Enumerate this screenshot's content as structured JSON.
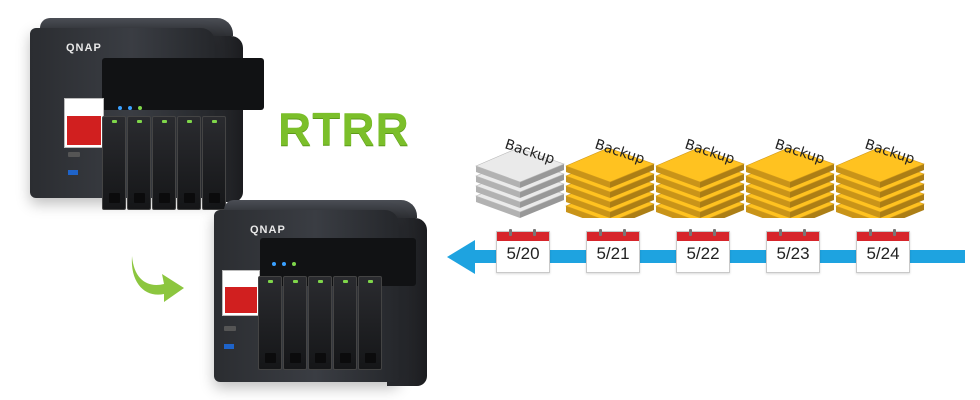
{
  "title": "RTRR",
  "devices": [
    {
      "brand": "QNAP"
    },
    {
      "brand": "QNAP"
    }
  ],
  "backups": [
    {
      "label": "Backup",
      "color": "#d9d9d9",
      "layers": 4
    },
    {
      "label": "Backup",
      "color": "#f5b41e",
      "layers": 5
    },
    {
      "label": "Backup",
      "color": "#f5b41e",
      "layers": 5
    },
    {
      "label": "Backup",
      "color": "#f5b41e",
      "layers": 5
    },
    {
      "label": "Backup",
      "color": "#f5b41e",
      "layers": 5
    }
  ],
  "dates": [
    "5/20",
    "5/21",
    "5/22",
    "5/23",
    "5/24"
  ],
  "colors": {
    "title_green": "#7bbf2a",
    "timeline_blue": "#1ea3e0",
    "calendar_red": "#d7252b",
    "arrow_green": "#8cc63f"
  },
  "icons": {
    "transfer_arrow": "curved-arrow-right-icon",
    "timeline_arrow": "arrow-left-icon"
  }
}
